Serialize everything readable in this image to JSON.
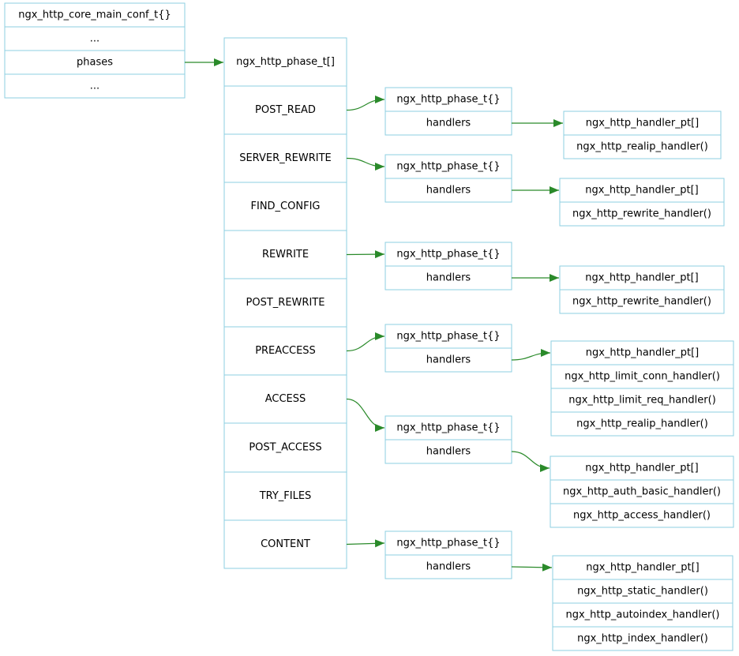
{
  "colors": {
    "border": "#8ecfe2",
    "arrow": "#2a8a2a",
    "text": "#000000"
  },
  "main_conf": {
    "cells": [
      "ngx_http_core_main_conf_t{}",
      "...",
      "phases",
      "..."
    ]
  },
  "phase_array": {
    "cells": [
      "ngx_http_phase_t[]",
      "POST_READ",
      "SERVER_REWRITE",
      "FIND_CONFIG",
      "REWRITE",
      "POST_REWRITE",
      "PREACCESS",
      "ACCESS",
      "POST_ACCESS",
      "TRY_FILES",
      "CONTENT"
    ]
  },
  "phase_structs": [
    {
      "cells": [
        "ngx_http_phase_t{}",
        "handlers"
      ]
    },
    {
      "cells": [
        "ngx_http_phase_t{}",
        "handlers"
      ]
    },
    {
      "cells": [
        "ngx_http_phase_t{}",
        "handlers"
      ]
    },
    {
      "cells": [
        "ngx_http_phase_t{}",
        "handlers"
      ]
    },
    {
      "cells": [
        "ngx_http_phase_t{}",
        "handlers"
      ]
    },
    {
      "cells": [
        "ngx_http_phase_t{}",
        "handlers"
      ]
    }
  ],
  "handler_arrays": [
    {
      "cells": [
        "ngx_http_handler_pt[]",
        "ngx_http_realip_handler()"
      ]
    },
    {
      "cells": [
        "ngx_http_handler_pt[]",
        "ngx_http_rewrite_handler()"
      ]
    },
    {
      "cells": [
        "ngx_http_handler_pt[]",
        "ngx_http_rewrite_handler()"
      ]
    },
    {
      "cells": [
        "ngx_http_handler_pt[]",
        "ngx_http_limit_conn_handler()",
        "ngx_http_limit_req_handler()",
        "ngx_http_realip_handler()"
      ]
    },
    {
      "cells": [
        "ngx_http_handler_pt[]",
        "ngx_http_auth_basic_handler()",
        "ngx_http_access_handler()"
      ]
    },
    {
      "cells": [
        "ngx_http_handler_pt[]",
        "ngx_http_static_handler()",
        "ngx_http_autoindex_handler()",
        "ngx_http_index_handler()"
      ]
    }
  ]
}
